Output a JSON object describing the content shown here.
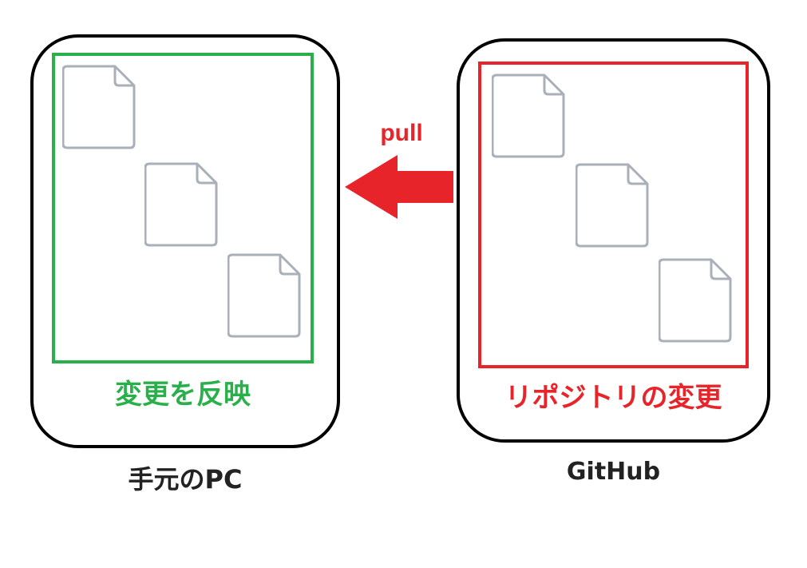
{
  "left": {
    "caption": "変更を反映",
    "label": "手元のPC"
  },
  "right": {
    "caption": "リポジトリの変更",
    "label": "GitHub"
  },
  "arrow": {
    "label": "pull",
    "color": "#e8242b"
  },
  "colors": {
    "local_frame": "#2ab04a",
    "github_frame": "#e8242b",
    "panel_border": "#000000",
    "file_icon": "#a9b0ba"
  },
  "icons": [
    "document-icon"
  ]
}
